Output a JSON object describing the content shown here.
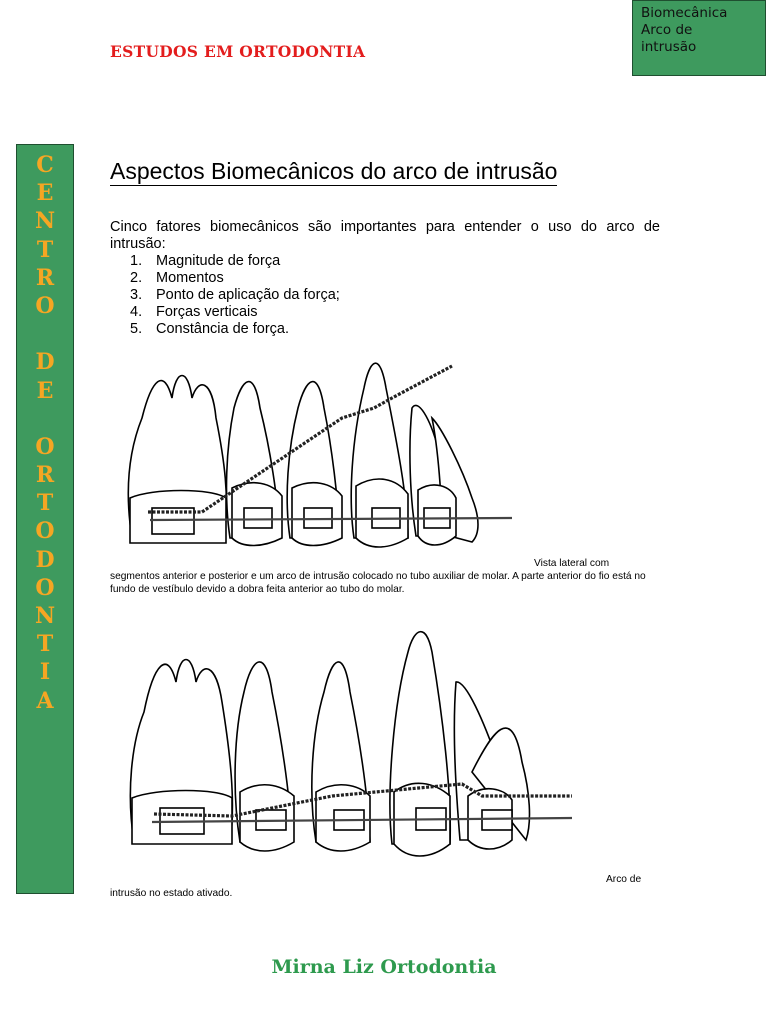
{
  "top_box": {
    "lines": [
      "Biomecânica",
      "Arco de",
      "intrusão"
    ]
  },
  "header": {
    "title": "ESTUDOS EM ORTODONTIA"
  },
  "sidebar": {
    "letters": [
      "C",
      "E",
      "N",
      "T",
      "R",
      "O",
      "",
      "D",
      "E",
      "",
      "O",
      "R",
      "T",
      "O",
      "D",
      "O",
      "N",
      "T",
      "I",
      "A"
    ]
  },
  "document": {
    "title": "Aspectos Biomecânicos do arco de intrusão",
    "intro": "Cinco fatores biomecânicos são importantes para entender o uso do arco de intrusão:",
    "factors": [
      {
        "num": "1.",
        "text": "Magnitude de força"
      },
      {
        "num": "2.",
        "text": "Momentos"
      },
      {
        "num": "3.",
        "text": "Ponto de aplicação da força;"
      },
      {
        "num": "4.",
        "text": "Forças verticais"
      },
      {
        "num": "5.",
        "text": "Constância de força."
      }
    ],
    "figure1": {
      "caption_part1": "Vista lateral com",
      "caption_part2": "segmentos anterior e posterior e um arco de intrusão colocado no tubo auxiliar de molar. A parte anterior do fio está no fundo de vestíbulo devido a dobra feita anterior ao tubo do molar."
    },
    "figure2": {
      "caption_part1": "Arco de",
      "caption_part2": "intrusão no estado ativado."
    }
  },
  "footer": {
    "text": "Mirna Liz Ortodontia"
  },
  "colors": {
    "green_panel": "#3e9a5e",
    "header_red": "#e31d1d",
    "sidebar_letters": "#f5a623",
    "footer_green": "#2e9a4e"
  }
}
